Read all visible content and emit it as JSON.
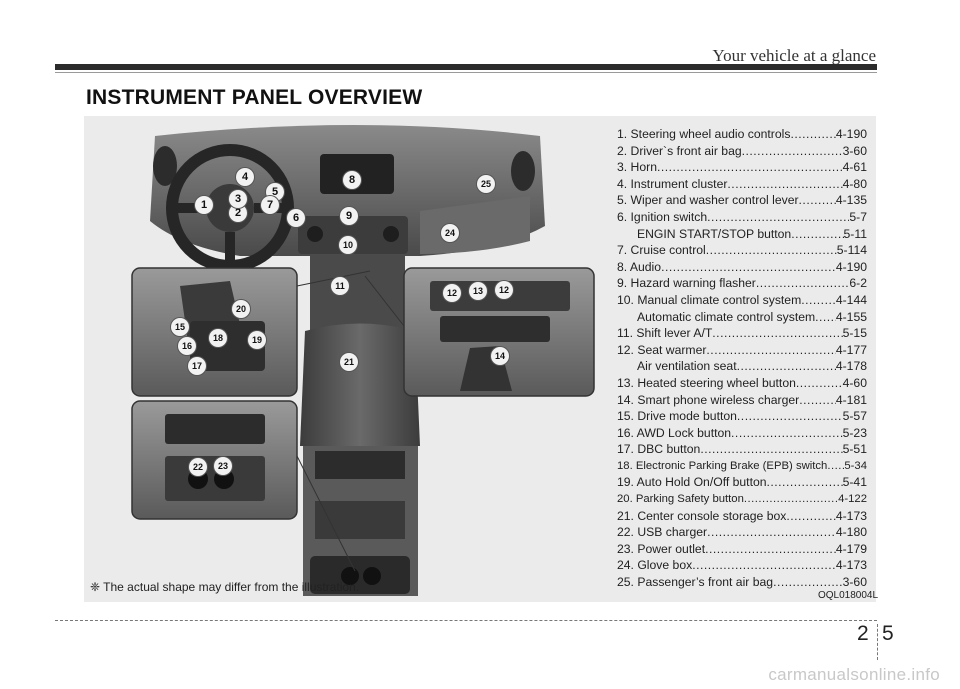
{
  "header": {
    "running_head": "Your vehicle at a glance"
  },
  "title": "INSTRUMENT PANEL OVERVIEW",
  "callouts": {
    "main": [
      "1",
      "2",
      "3",
      "4",
      "5",
      "6",
      "7",
      "8",
      "9",
      "10",
      "24",
      "25"
    ],
    "console_left": [
      "15",
      "16",
      "17",
      "18",
      "19",
      "20"
    ],
    "console_right": [
      "12",
      "13",
      "12",
      "14"
    ],
    "center": [
      "11",
      "21"
    ],
    "rear": [
      "22",
      "23"
    ]
  },
  "index": [
    {
      "label": "1. Steering wheel audio controls",
      "page": "4-190"
    },
    {
      "label": "2. Driver`s front air bag",
      "page": "3-60"
    },
    {
      "label": "3. Horn",
      "page": "4-61"
    },
    {
      "label": "4. Instrument cluster",
      "page": "4-80"
    },
    {
      "label": "5. Wiper and washer control lever",
      "page": "4-135"
    },
    {
      "label": "6. Ignition switch",
      "page": "5-7"
    },
    {
      "label": "ENGIN START/STOP button",
      "page": "5-11",
      "sub": true
    },
    {
      "label": "7. Cruise control",
      "page": "5-114"
    },
    {
      "label": "8. Audio",
      "page": "4-190"
    },
    {
      "label": "9. Hazard warning flasher",
      "page": "6-2"
    },
    {
      "label": "10. Manual climate control system",
      "page": "4-144"
    },
    {
      "label": "Automatic climate control system",
      "page": "4-155",
      "sub": true
    },
    {
      "label": "11. Shift lever A/T",
      "page": "5-15"
    },
    {
      "label": "12. Seat warmer",
      "page": "4-177"
    },
    {
      "label": "Air ventilation seat",
      "page": "4-178",
      "sub": true
    },
    {
      "label": "13. Heated steering wheel button",
      "page": "4-60"
    },
    {
      "label": "14. Smart phone wireless charger",
      "page": "4-181"
    },
    {
      "label": "15. Drive mode button",
      "page": "5-57"
    },
    {
      "label": "16. AWD Lock button",
      "page": "5-23"
    },
    {
      "label": "17. DBC button",
      "page": "5-51"
    },
    {
      "label": "18. Electronic Parking Brake (EPB) switch",
      "page": "5-34",
      "small": true
    },
    {
      "label": "19. Auto Hold On/Off button",
      "page": "5-41"
    },
    {
      "label": "20. Parking Safety button",
      "page": "4-122",
      "small": true
    },
    {
      "label": "21. Center console storage box",
      "page": "4-173"
    },
    {
      "label": "22. USB charger",
      "page": "4-180"
    },
    {
      "label": "23. Power outlet",
      "page": "4-179"
    },
    {
      "label": "24. Glove box",
      "page": "4-173"
    },
    {
      "label": "25. Passenger’s front air bag",
      "page": "3-60"
    }
  ],
  "footnote": "❈ The actual shape may differ from the illustration.",
  "image_code": "OQL018004L",
  "page_number": {
    "chapter": "2",
    "page": "5"
  },
  "watermark": "carmanualsonline.info"
}
